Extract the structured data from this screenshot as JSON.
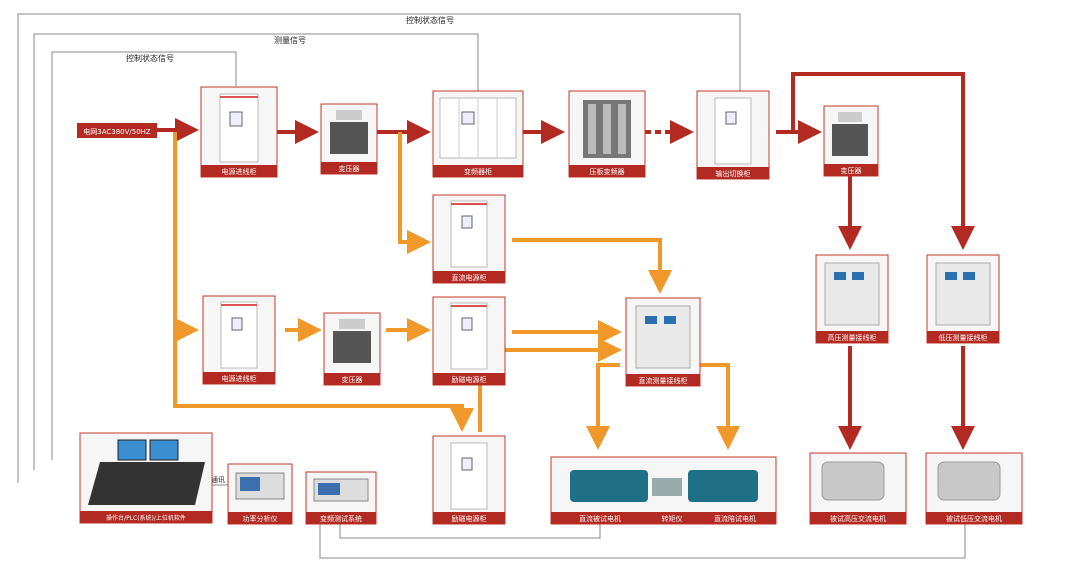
{
  "signals": {
    "control_top": "控制状态信号",
    "measure": "测量信号",
    "control_inner": "控制状态信号",
    "comm": "通讯"
  },
  "source": "电网3AC380V/50HZ",
  "nodes": {
    "power_in_cab_1": "电源进线柜",
    "transformer_1": "变压器",
    "vfd_cab": "变频器柜",
    "step_up_transformer": "压板变频器",
    "output_switch_cab": "输出切换柜",
    "transformer_right": "变压器",
    "dc_power_cab": "直流电源柜",
    "power_in_cab_2": "电源进线柜",
    "transformer_2": "变压器",
    "excitation_cab": "励磁电源柜",
    "dc_meas_cab": "直流测量接线柜",
    "hv_meas_cab": "高压测量接线柜",
    "lv_meas_cab": "低压测量接线柜",
    "excitation_source": "励磁电源柜",
    "console": "操作台/PLC(系统)/上位机软件",
    "power_analyzer": "功率分析仪",
    "vf_test_system": "变频测试系统",
    "dc_motor_1": "直流被试电机",
    "torque_meter": "转矩仪",
    "dc_motor_2": "直流陪试电机",
    "hv_motor": "被试高压交流电机",
    "lv_motor": "被试低压交流电机"
  },
  "colors": {
    "red": "#b22a22",
    "orange": "#f0982a",
    "gray": "#8a8a8a",
    "caption": "#b22a22"
  }
}
